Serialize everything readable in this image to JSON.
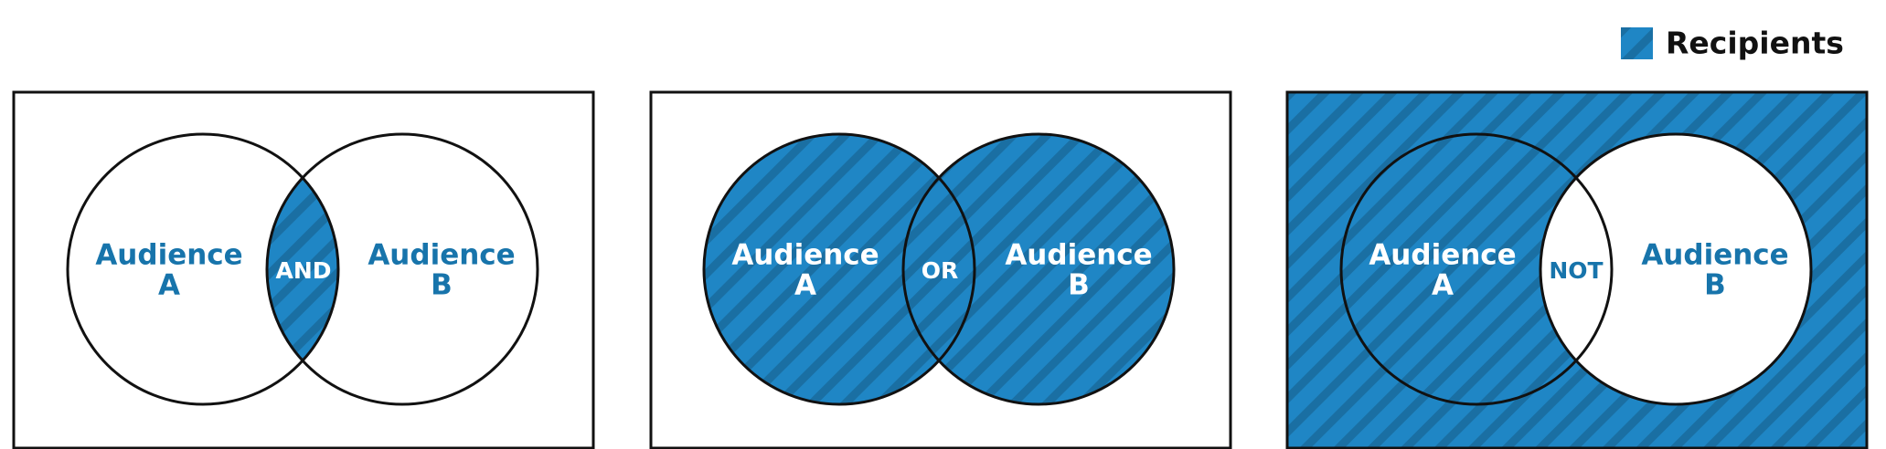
{
  "legend": {
    "label": "Recipients",
    "swatch_icon": "hatched-swatch-icon"
  },
  "colors": {
    "fill": "#1f86c5",
    "stripe": "#1a6fa3",
    "label_on_fill": "#ffffff",
    "label_on_white": "#1774ab",
    "outline": "#111111"
  },
  "panels": [
    {
      "operator": "AND",
      "audience_a": {
        "line1": "Audience",
        "line2": "A"
      },
      "audience_b": {
        "line1": "Audience",
        "line2": "B"
      }
    },
    {
      "operator": "OR",
      "audience_a": {
        "line1": "Audience",
        "line2": "A"
      },
      "audience_b": {
        "line1": "Audience",
        "line2": "B"
      }
    },
    {
      "operator": "NOT",
      "audience_a": {
        "line1": "Audience",
        "line2": "A"
      },
      "audience_b": {
        "line1": "Audience",
        "line2": "B"
      }
    }
  ]
}
